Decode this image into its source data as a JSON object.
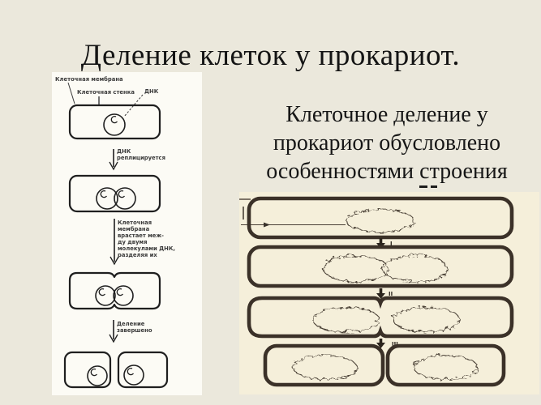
{
  "slide": {
    "title": "Деление клеток у прокариот."
  },
  "colors": {
    "slide_background": "#ebe8dc",
    "figure_paper": "#f5efda",
    "diagram_paper": "#fcfbf5",
    "ink": "#1c1c1c",
    "cell_border_dark": "#3b3128"
  },
  "left_diagram": {
    "labels": {
      "membrane": "Клеточная мембрана",
      "wall": "Клеточная стенка",
      "dna": "ДНК",
      "step1": [
        "ДНК",
        "реплицируется"
      ],
      "step2": [
        "Клеточная",
        "мембрана",
        "врастает меж-",
        "ду двумя",
        "молекулами ДНК,",
        "разделяя их"
      ],
      "step3": [
        "Деление",
        "завершено"
      ]
    }
  },
  "body_text": {
    "lines": [
      "Клеточное деление у",
      "прокариот обусловлено",
      "особенностями строения"
    ]
  },
  "right_figure": {
    "stages": [
      "I",
      "II",
      "III"
    ]
  }
}
